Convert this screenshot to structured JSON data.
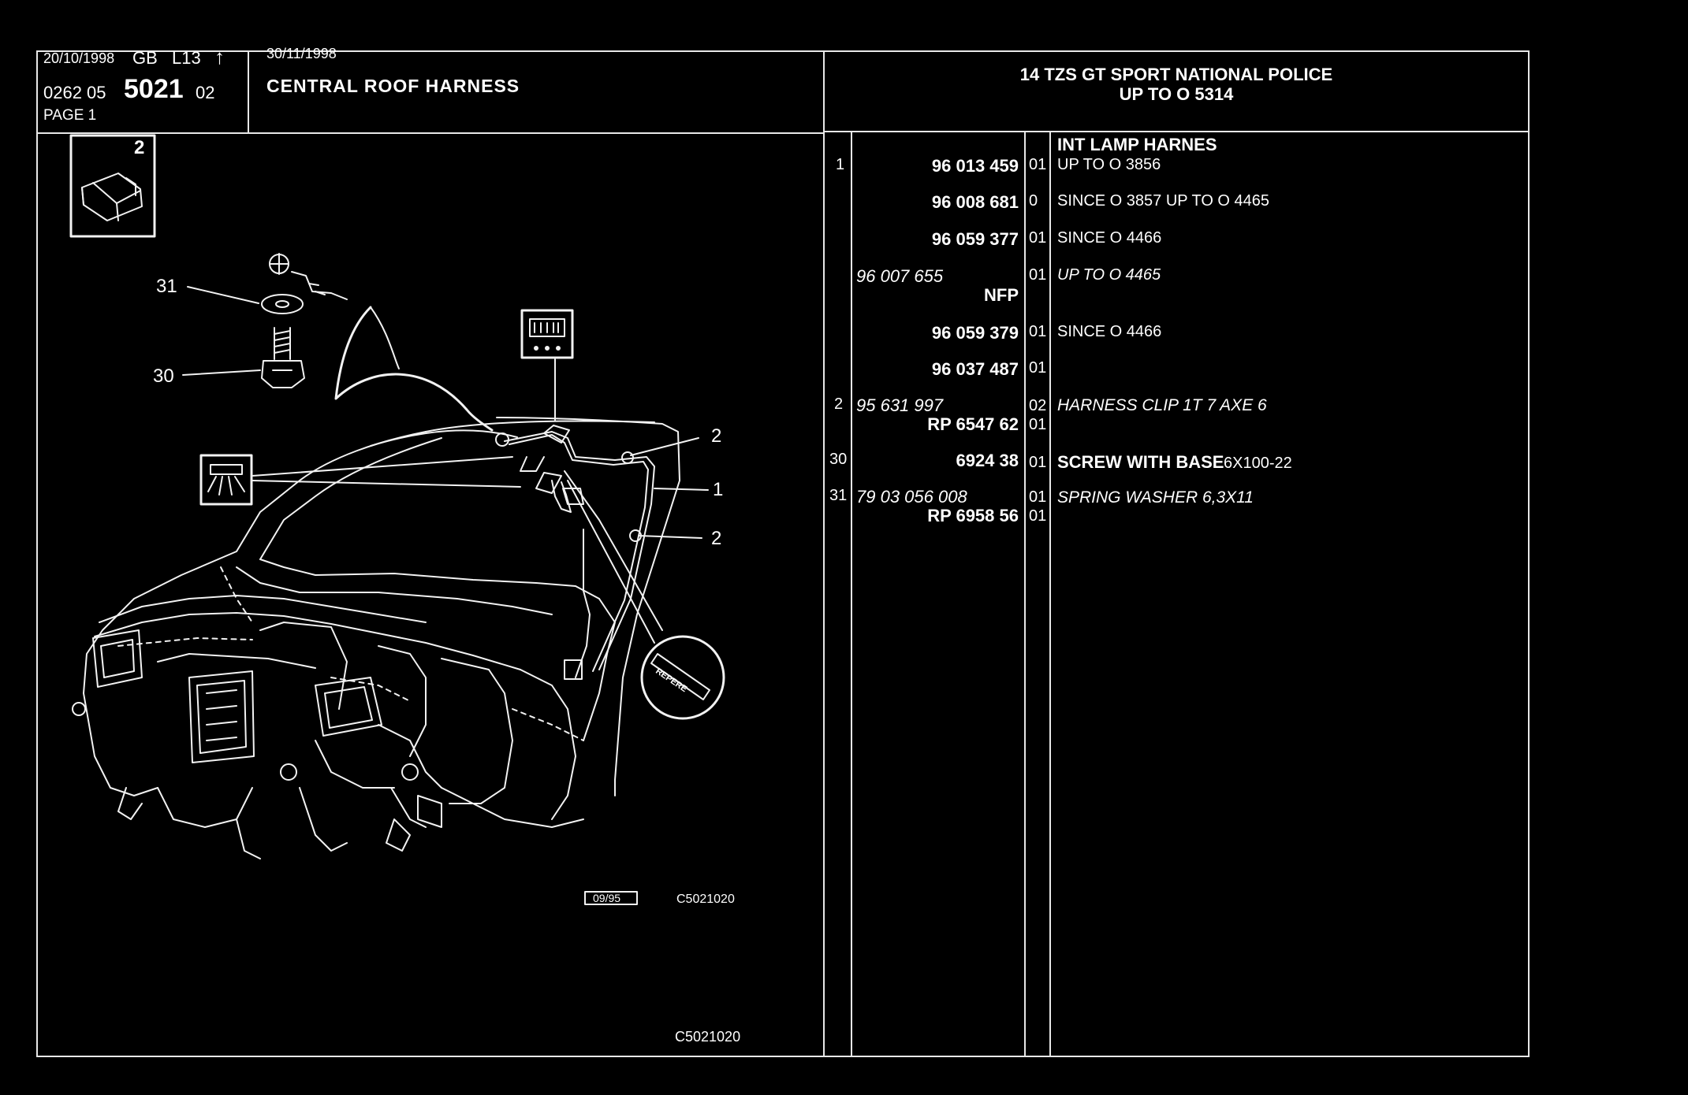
{
  "header": {
    "date1": "20/10/1998",
    "lang": "GB",
    "code": "L13",
    "arrow": "↑",
    "ref_prefix": "0262 05",
    "ref_main": "5021",
    "ref_suffix": "02",
    "page": "PAGE 1",
    "date2": "30/11/1998",
    "title": "CENTRAL ROOF HARNESS",
    "vehicle_line1": "14 TZS GT SPORT NATIONAL POLICE",
    "vehicle_line2": "UP TO O 5314"
  },
  "diagram": {
    "inset_number": "2",
    "callout_31": "31",
    "callout_30": "30",
    "callout_2a": "2",
    "callout_1": "1",
    "callout_2b": "2",
    "repere": "REPERE",
    "date_box": "09/95",
    "code_small": "C5021020",
    "code_bottom": "C5021020",
    "icons": [
      "clip-icon",
      "roof-lamp-icon",
      "clock-icon",
      "repere-icon",
      "screw-icon",
      "washer-icon"
    ]
  },
  "parts": {
    "group_title": "INT LAMP HARNES",
    "rows": [
      {
        "item": "1",
        "ref": "96 013 459",
        "qty": "01",
        "desc": "UP TO O 3856"
      },
      {
        "item": "",
        "ref": "96 008 681",
        "qty": "0",
        "desc": "SINCE O 3857 UP TO O 4465"
      },
      {
        "item": "",
        "ref": "96 059 377",
        "qty": "01",
        "desc": "SINCE O 4466"
      },
      {
        "item": "",
        "ref": "96 007 655",
        "ref2": "NFP",
        "qty": "01",
        "desc": "UP TO O 4465"
      },
      {
        "item": "",
        "ref": "96 059 379",
        "qty": "01",
        "desc": "SINCE O 4466"
      },
      {
        "item": "",
        "ref": "96 037 487",
        "qty": "01",
        "desc": ""
      },
      {
        "item": "2",
        "ref": "95 631 997",
        "ref2": "RP 6547 62",
        "qty": "02",
        "qty2": "01",
        "desc": "HARNESS CLIP 1T 7 AXE 6"
      },
      {
        "item": "30",
        "ref": "6924 38",
        "qty": "01",
        "desc_bold": "SCREW WITH BASE",
        "desc": "6X100-22"
      },
      {
        "item": "31",
        "ref": "79 03 056 008",
        "ref2": "RP 6958 56",
        "qty": "01",
        "qty2": "01",
        "desc": "SPRING WASHER 6,3X11"
      }
    ]
  }
}
